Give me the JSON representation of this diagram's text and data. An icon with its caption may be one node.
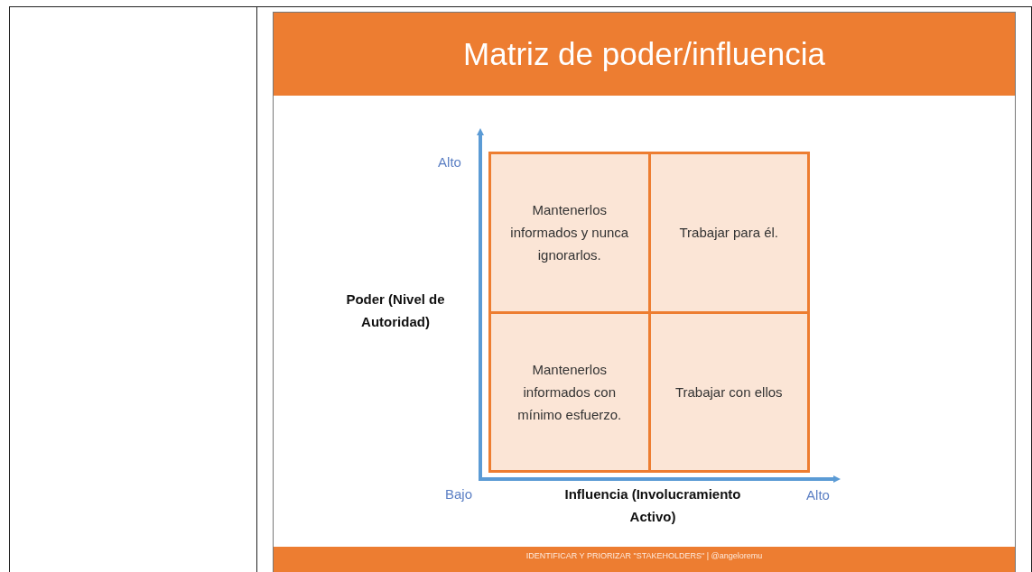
{
  "diagram": {
    "title": "Matriz de poder/influencia",
    "nodes": [
      {
        "text": [],
        "shape": "box"
      },
      {
        "text": [
          "Mantenerlos informados y nunca ignorarlos."
        ],
        "in": 0
      },
      {
        "text": [
          "Trabajar para él."
        ],
        "in": 0
      },
      {
        "text": [
          "Mantenerlos informados con mínimo esfuerzo."
        ],
        "in": 0
      },
      {
        "text": [
          "Trabajar con ellos"
        ],
        "in": 0
      }
    ],
    "labels": [
      "Alto",
      "Poder (Nivel de Autoridad)",
      "Bajo",
      "Influencia (Involucramiento Activo)",
      "Alto",
      "IDENTIFICAR Y PRIORIZAR \"STAKEHOLDERS\" | @angeloremu"
    ]
  }
}
